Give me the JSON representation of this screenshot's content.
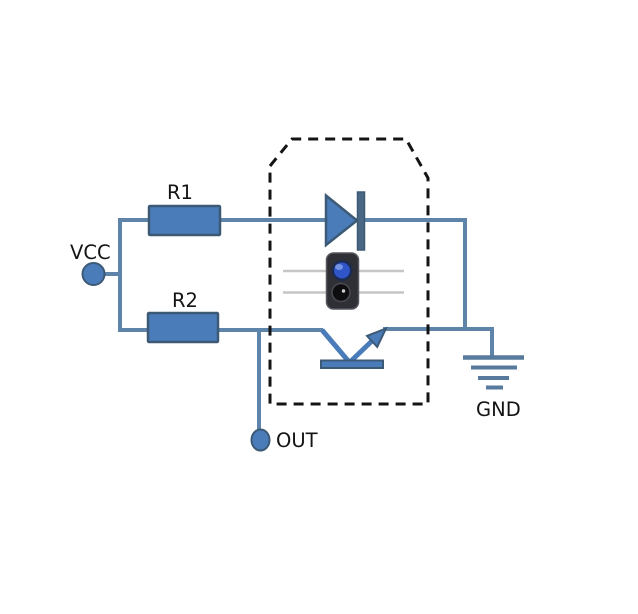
{
  "diagram": {
    "kind": "circuit-schematic",
    "labels": {
      "vcc": "VCC",
      "r1": "R1",
      "r2": "R2",
      "out": "OUT",
      "gnd": "GND"
    },
    "components": [
      {
        "name": "vcc-terminal",
        "label": "VCC"
      },
      {
        "name": "resistor-r1",
        "label": "R1"
      },
      {
        "name": "resistor-r2",
        "label": "R2"
      },
      {
        "name": "ir-led-diode-symbol"
      },
      {
        "name": "phototransistor-symbol"
      },
      {
        "name": "reflective-ir-sensor-photo"
      },
      {
        "name": "sensor-module-dashed-outline"
      },
      {
        "name": "out-terminal",
        "label": "OUT"
      },
      {
        "name": "ground-symbol",
        "label": "GND"
      }
    ]
  },
  "colors": {
    "background": "#ffffff",
    "wire": "#5e84a9",
    "component_fill": "#4a7cba",
    "component_stroke": "#3c5a76",
    "diode_bar_fill": "#4a6884",
    "ground_symbol": "#587a9c",
    "dashed_outline": "#141414",
    "label_text": "#141414",
    "sensor_lead": "#c6c6c6",
    "sensor_body": "#2f2f36",
    "sensor_body_edge": "#56565e",
    "sensor_led_ring": "#1b2b52",
    "sensor_led_lens": "#2f55c8",
    "sensor_led_highlight": "#7f9fe8",
    "sensor_photo_lens": "#0e0e10",
    "sensor_photo_ring": "#4a4a52",
    "sensor_photo_glint": "#cfcfcf"
  }
}
